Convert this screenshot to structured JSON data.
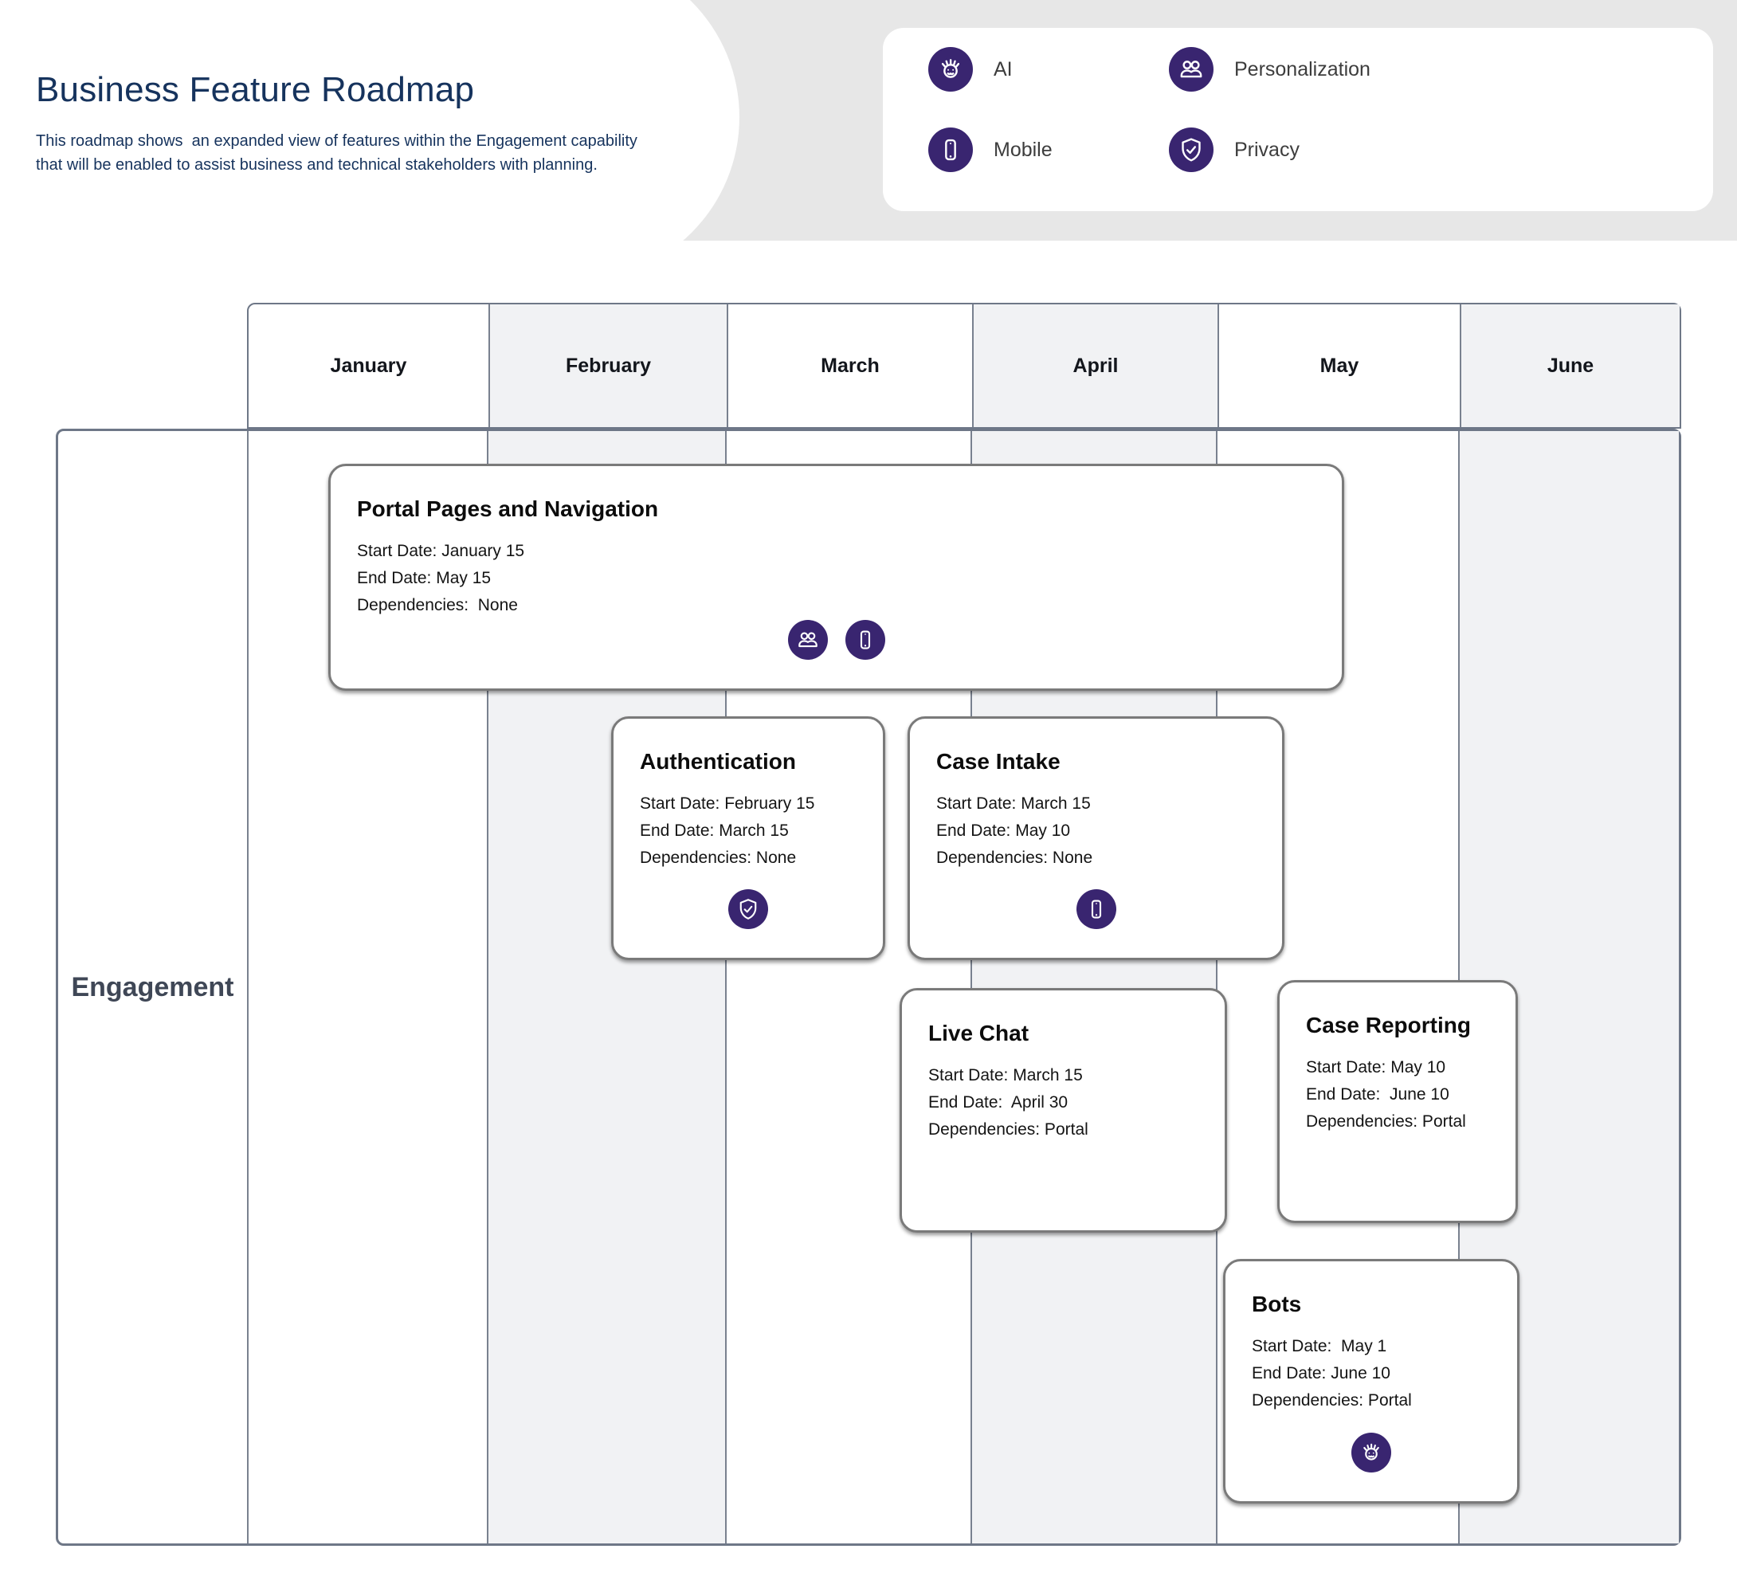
{
  "page": {
    "title": "Business Feature Roadmap",
    "subtitle": "This roadmap shows  an expanded view of features within the Engagement capability that will be enabled to assist business and technical stakeholders with planning."
  },
  "legend": {
    "items": [
      {
        "id": "ai",
        "label": "AI",
        "icon": "einstein-ai-icon"
      },
      {
        "id": "personalization",
        "label": "Personalization",
        "icon": "personalization-icon"
      },
      {
        "id": "mobile",
        "label": "Mobile",
        "icon": "mobile-icon"
      },
      {
        "id": "privacy",
        "label": "Privacy",
        "icon": "privacy-icon"
      }
    ]
  },
  "timeline": {
    "months": [
      "January",
      "February",
      "March",
      "April",
      "May",
      "June"
    ],
    "row_label": "Engagement"
  },
  "features": [
    {
      "name": "Portal Pages and Navigation",
      "start": "Start Date: January 15",
      "end": "End Date: May 15",
      "dependencies": "Dependencies:  None",
      "icons": [
        "personalization",
        "mobile"
      ]
    },
    {
      "name": "Authentication",
      "start": "Start Date: February 15",
      "end": "End Date: March 15",
      "dependencies": "Dependencies: None",
      "icons": [
        "privacy"
      ]
    },
    {
      "name": "Case Intake",
      "start": "Start Date: March 15",
      "end": "End Date: May 10",
      "dependencies": "Dependencies: None",
      "icons": [
        "mobile"
      ]
    },
    {
      "name": "Live Chat",
      "start": "Start Date: March 15",
      "end": "End Date:  April 30",
      "dependencies": "Dependencies: Portal",
      "icons": []
    },
    {
      "name": "Case Reporting",
      "start": "Start Date: May 10",
      "end": "End Date:  June 10",
      "dependencies": "Dependencies: Portal",
      "icons": []
    },
    {
      "name": "Bots",
      "start": "Start Date:  May 1",
      "end": "End Date: June 10",
      "dependencies": "Dependencies: Portal",
      "icons": [
        "ai"
      ]
    }
  ],
  "colors": {
    "accent_purple": "#392570",
    "title_navy": "#16335d",
    "banner_gray": "#e7e7e7",
    "column_shade": "#f1f2f4",
    "grid_line": "#79818f"
  }
}
